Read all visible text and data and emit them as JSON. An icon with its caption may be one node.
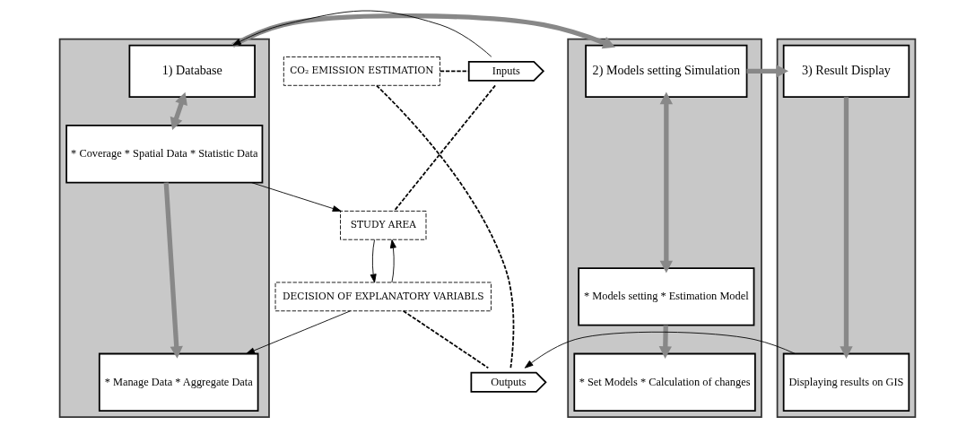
{
  "diagram": {
    "nodes": [
      {
        "text": [],
        "shape": "box"
      },
      {
        "text": [
          "1) Database"
        ],
        "in": 0
      },
      {
        "text": [
          "* Coverage * Spatial Data * Statistic Data"
        ],
        "in": 0
      },
      {
        "text": [
          "* Manage Data * Aggregate Data"
        ],
        "in": 0
      },
      {
        "text": [],
        "shape": "box"
      },
      {
        "text": [
          "2) Models setting Simulation"
        ],
        "in": 4
      },
      {
        "text": [
          "* Models setting * Estimation Model"
        ],
        "in": 4
      },
      {
        "text": [
          "* Set Models * Calculation of changes"
        ],
        "in": 4
      },
      {
        "text": [],
        "shape": "box"
      },
      {
        "text": [
          "3) Result Display"
        ],
        "in": 8
      },
      {
        "text": [
          "Displaying results on GIS"
        ],
        "in": 8
      },
      {
        "text": [
          "Inputs"
        ]
      },
      {
        "text": [
          "Outputs"
        ]
      },
      {
        "text": [
          "STUDY AREA"
        ]
      },
      {
        "text": [
          "DECISION OF EXPLANATORY VARIABLS"
        ]
      },
      {
        "text": [
          "CO₂ EMISSION ESTIMATION"
        ]
      }
    ],
    "edges": [
      {
        "from": 11,
        "to": 1,
        "arrow": "to"
      },
      {
        "from": 1,
        "to": 5,
        "arrow": "to",
        "style": "thick",
        "color": "#888888"
      },
      {
        "from": 5,
        "to": 9,
        "arrow": "to",
        "style": "thick",
        "color": "#888888"
      },
      {
        "from": 2,
        "to": 1,
        "arrow": "both",
        "style": "thick",
        "color": "#888888"
      },
      {
        "from": 2,
        "to": 3,
        "arrow": "to",
        "style": "thick",
        "color": "#888888"
      },
      {
        "from": 6,
        "to": 5,
        "arrow": "both",
        "style": "thick",
        "color": "#888888"
      },
      {
        "from": 6,
        "to": 7,
        "arrow": "to",
        "style": "thick",
        "color": "#888888"
      },
      {
        "from": 9,
        "to": 10,
        "arrow": "to",
        "style": "thick",
        "color": "#888888"
      },
      {
        "from": 10,
        "to": 12,
        "arrow": "to"
      },
      {
        "from": 2,
        "to": 13,
        "arrow": "to"
      },
      {
        "from": 13,
        "to": 14,
        "arrow": "to"
      },
      {
        "from": 14,
        "to": 13,
        "arrow": "to"
      },
      {
        "from": 14,
        "to": 3,
        "arrow": "to"
      },
      {
        "from": 11,
        "to": 13,
        "arrow": "none",
        "style": "dashed"
      },
      {
        "from": 14,
        "to": 12,
        "arrow": "none",
        "style": "dashed"
      },
      {
        "from": 12,
        "to": 15,
        "arrow": "none",
        "style": "dashed"
      },
      {
        "from": 15,
        "to": 11,
        "arrow": "none",
        "style": "dashed"
      }
    ]
  }
}
